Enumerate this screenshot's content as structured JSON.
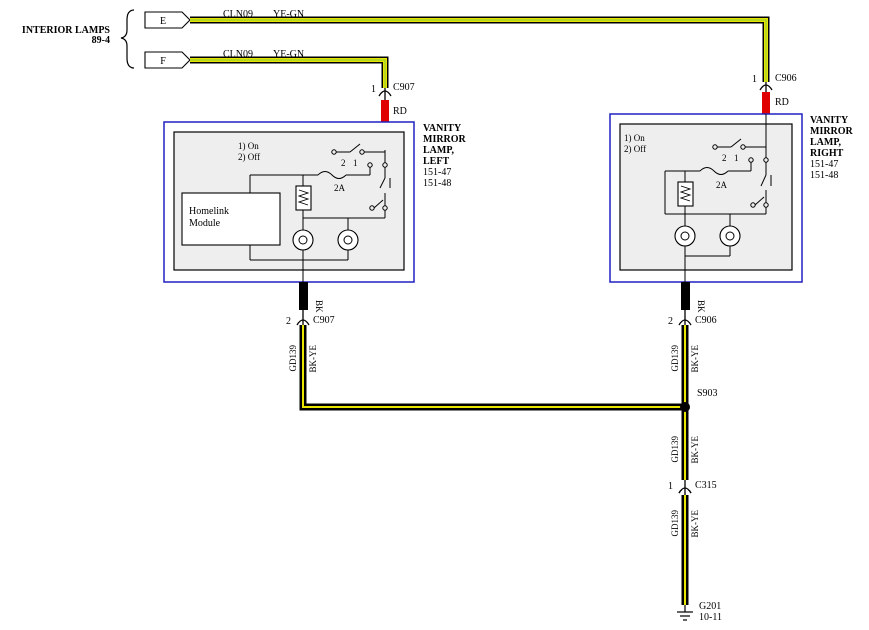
{
  "left_group": {
    "title_line1": "INTERIOR LAMPS",
    "title_line2": "89-4",
    "pins": [
      {
        "label": "E",
        "circuit": "CLN09",
        "color": "YE-GN"
      },
      {
        "label": "F",
        "circuit": "CLN09",
        "color": "YE-GN"
      }
    ]
  },
  "left_module": {
    "name_lines": [
      "VANITY",
      "MIRROR",
      "LAMP,",
      "LEFT",
      "151-47",
      "151-48"
    ],
    "legend_on": "1) On",
    "legend_off": "2) Off",
    "sw_num_2": "2",
    "sw_num_1": "1",
    "fuse_label": "2A",
    "homelink_line1": "Homelink",
    "homelink_line2": "Module",
    "top_connector": {
      "pin": "1",
      "name": "C907",
      "wire_color": "RD"
    },
    "bottom_connector": {
      "pin": "2",
      "name": "C907",
      "wire_color": "BK"
    },
    "ground_wire": {
      "circuit": "GD139",
      "color": "BK-YE"
    }
  },
  "right_module": {
    "name_lines": [
      "VANITY",
      "MIRROR",
      "LAMP,",
      "RIGHT",
      "151-47",
      "151-48"
    ],
    "legend_on": "1) On",
    "legend_off": "2) Off",
    "sw_num_2": "2",
    "sw_num_1": "1",
    "fuse_label": "2A",
    "top_connector": {
      "pin": "1",
      "name": "C906",
      "wire_color": "RD"
    },
    "bottom_connector": {
      "pin": "2",
      "name": "C906",
      "wire_color": "BK"
    },
    "ground_wire": {
      "circuit": "GD139",
      "color": "BK-YE"
    }
  },
  "splice": {
    "name": "S903",
    "wire_circuit": "GD139",
    "wire_color": "BK-YE"
  },
  "lower_connector": {
    "pin": "1",
    "name": "C315",
    "wire_circuit": "GD139",
    "wire_color": "BK-YE"
  },
  "ground": {
    "name": "G201",
    "ref": "10-11"
  },
  "colors": {
    "module_border": "#2020c0",
    "module_fill": "#eeeeee",
    "wire_yellow": "#e6e600",
    "wire_green": "#9acd32",
    "wire_red": "#e00000",
    "wire_black": "#000000"
  }
}
